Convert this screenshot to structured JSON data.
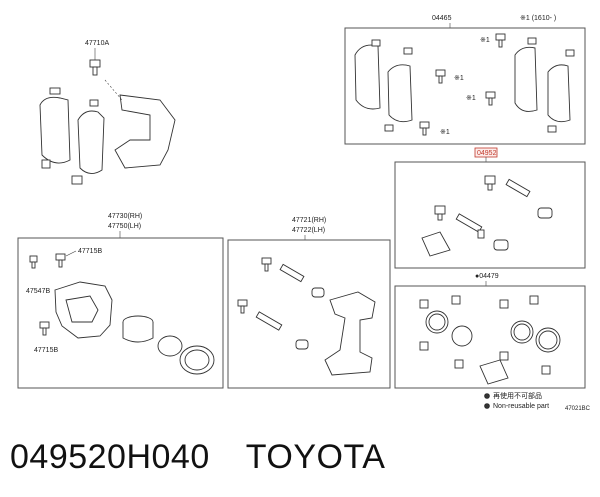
{
  "labels": {
    "kit_pads": "04465",
    "kit_pads_note": "※1 (1610-     )",
    "star1": "※1",
    "bracket_bolt": "47710A",
    "caliper_part": "47730(RH)",
    "caliper_part_lh": "47750(LH)",
    "caliper_bolt_top": "47715B",
    "caliper_bleeder": "47547B",
    "caliper_bolt_bottom": "47715B",
    "mount_part": "47721(RH)",
    "mount_part_lh": "47722(LH)",
    "kit_target": "04952",
    "kit_seal": "●04479",
    "legend_line1": "再使用不可部品",
    "legend_line2": "Non-reusable part",
    "diagram_code": "47021BC"
  },
  "footer": {
    "part_number": "049520H040",
    "brand": "TOYOTA"
  }
}
